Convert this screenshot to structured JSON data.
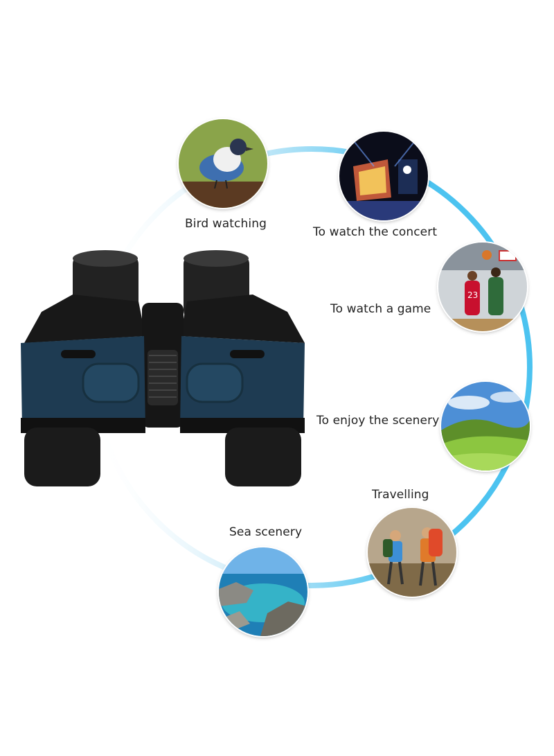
{
  "theme": {
    "ring_color": "#4cc3f0",
    "binocular_body": "#1e3b52",
    "rubber": "#1b1b1b"
  },
  "uses": [
    {
      "label": "Bird watching",
      "icon": "bird-photo"
    },
    {
      "label": "To watch the concert",
      "icon": "concert-photo"
    },
    {
      "label": "To watch a game",
      "icon": "basketball-photo"
    },
    {
      "label": "To enjoy the scenery",
      "icon": "hills-photo"
    },
    {
      "label": "Travelling",
      "icon": "hikers-photo"
    },
    {
      "label": "Sea scenery",
      "icon": "sea-photo"
    }
  ]
}
